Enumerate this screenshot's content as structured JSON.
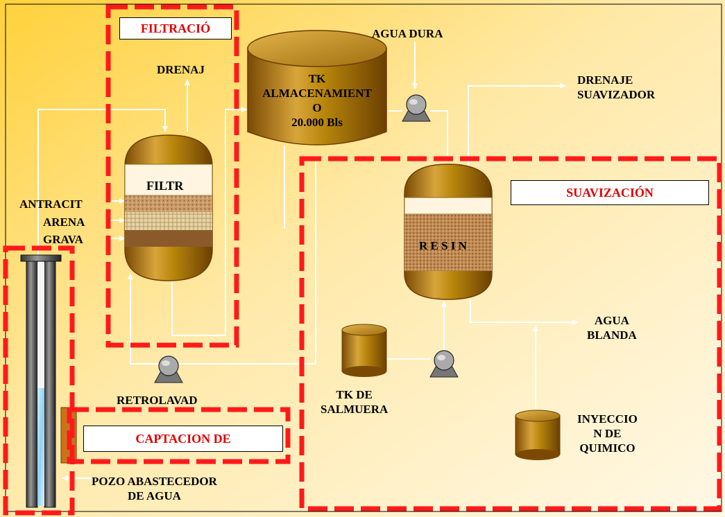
{
  "labels": {
    "filtracion": "FILTRACIÓ",
    "drenaj": "DRENAJ",
    "tk_title": "TK",
    "tk_line2": "ALMACENAMIENT",
    "tk_line3": "O",
    "tk_line4": "20.000 Bls",
    "agua_dura": "AGUA  DURA",
    "drenaje_suavizador_1": "DRENAJE",
    "drenaje_suavizador_2": "SUAVIZADOR",
    "filtr": "FILTR",
    "antracit": "ANTRACIT",
    "arena": "ARENA",
    "grava": "GRAVA",
    "suavizacion": "SUAVIZACIÓN",
    "resin": "R E S I N",
    "agua_blanda_1": "AGUA",
    "agua_blanda_2": "BLANDA",
    "retrolavad": "RETROLAVAD",
    "tk_salmuera_1": "TK  DE",
    "tk_salmuera_2": "SALMUERA",
    "inyeccion_1": "INYECCIO",
    "inyeccion_2": "N DE",
    "inyeccion_3": "QUIMICO",
    "captacion": "CAPTACION  DE",
    "pozo_1": "POZO ABASTECEDOR",
    "pozo_2": "DE AGUA"
  },
  "colors": {
    "zone_dash": "#ff1a1a",
    "zone_title": "#e00000",
    "tank_gold": "#b8860b",
    "pipe": "#ffffff"
  }
}
